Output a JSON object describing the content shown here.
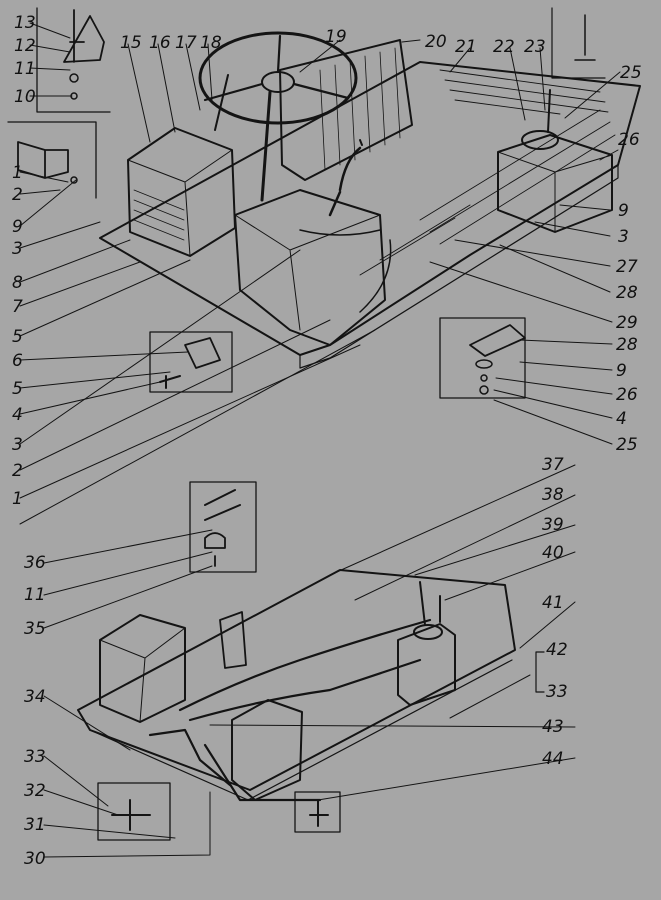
{
  "callouts": {
    "n1": "1",
    "n2": "2",
    "n3": "3",
    "n4": "4",
    "n5": "5",
    "n6": "6",
    "n7": "7",
    "n8": "8",
    "n9": "9",
    "n10": "10",
    "n11": "11",
    "n12": "12",
    "n13": "13",
    "n15": "15",
    "n16": "16",
    "n17": "17",
    "n18": "18",
    "n19": "19",
    "n20": "20",
    "n21": "21",
    "n22": "22",
    "n23": "23",
    "n25": "25",
    "n26": "26",
    "n27": "27",
    "n28": "28",
    "n29": "29",
    "n30": "30",
    "n31": "31",
    "n32": "32",
    "n33": "33",
    "n34": "34",
    "n35": "35",
    "n36": "36",
    "n37": "37",
    "n38": "38",
    "n39": "39",
    "n40": "40",
    "n41": "41",
    "n42": "42",
    "n43": "43",
    "n44": "44"
  },
  "colors": {
    "background": "#a6a6a6",
    "ink": "#141414",
    "shade": "#5e5e5e"
  }
}
